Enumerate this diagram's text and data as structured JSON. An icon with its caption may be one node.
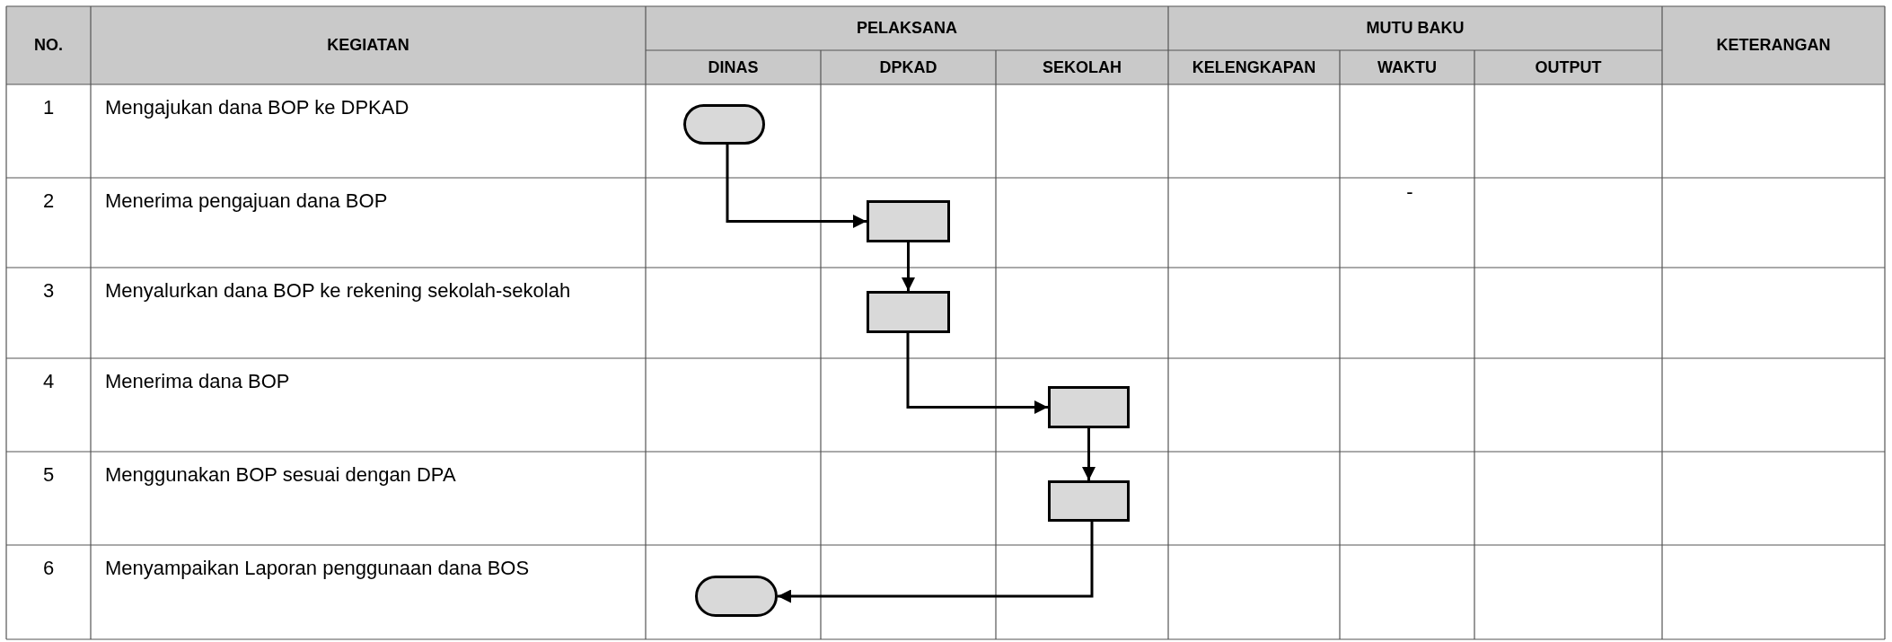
{
  "diagram": {
    "nodes": [
      {
        "text": [],
        "shape": "oval"
      },
      {
        "text": [],
        "shape": "box"
      },
      {
        "text": [],
        "shape": "box"
      },
      {
        "text": [],
        "shape": "box"
      },
      {
        "text": [],
        "shape": "box"
      },
      {
        "text": [],
        "shape": "oval"
      }
    ],
    "edges": [
      {
        "from": 0,
        "to": 1,
        "arrow": "to"
      },
      {
        "from": 1,
        "to": 2,
        "arrow": "to"
      },
      {
        "from": 2,
        "to": 3,
        "arrow": "to"
      },
      {
        "from": 3,
        "to": 4,
        "arrow": "to"
      },
      {
        "from": 4,
        "to": 5,
        "arrow": "to"
      }
    ],
    "labels": [
      "NO.",
      "KEGIATAN",
      "PELAKSANA",
      "MUTU BAKU",
      "KETERANGAN",
      "DINAS",
      "DPKAD",
      "SEKOLAH",
      "KELENGKAPAN",
      "WAKTU",
      "OUTPUT",
      "1",
      "Mengajukan dana BOP ke DPKAD",
      "2",
      "Menerima pengajuan dana BOP",
      "-",
      "3",
      "Menyalurkan dana BOP ke rekening sekolah-sekolah",
      "4",
      "Menerima dana BOP",
      "5",
      "Menggunakan BOP sesuai dengan DPA",
      "6",
      "Menyampaikan Laporan penggunaan dana BOS"
    ]
  }
}
